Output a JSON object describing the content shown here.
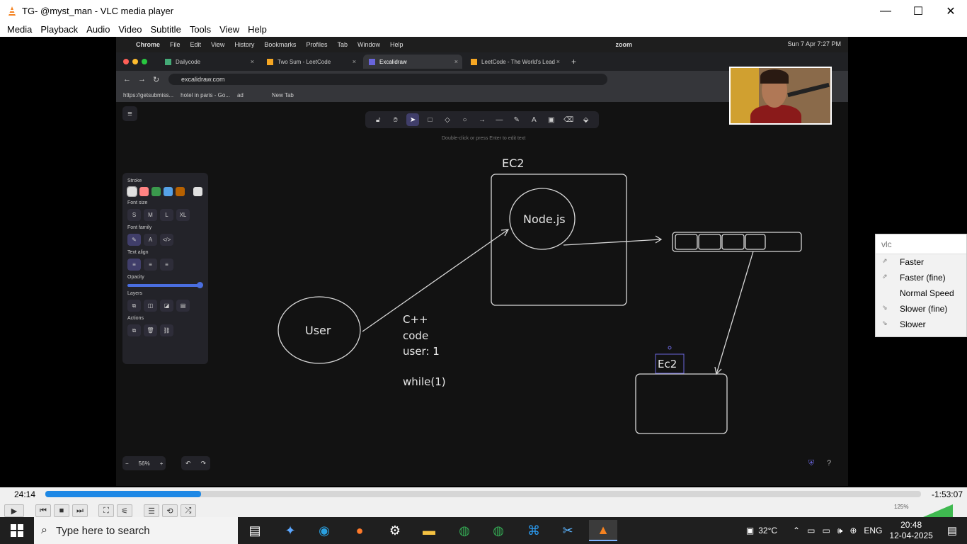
{
  "window": {
    "title": "TG- @myst_man - VLC media player",
    "controls": [
      "—",
      "☐",
      "✕"
    ]
  },
  "menu": [
    "Media",
    "Playback",
    "Audio",
    "Video",
    "Subtitle",
    "Tools",
    "View",
    "Help"
  ],
  "video": {
    "mac_menubar": {
      "apple": "",
      "app": "Chrome",
      "items": [
        "File",
        "Edit",
        "View",
        "History",
        "Bookmarks",
        "Profiles",
        "Tab",
        "Window",
        "Help"
      ],
      "right_text": "zoom",
      "datetime": "Sun 7 Apr  7:27 PM"
    },
    "browser": {
      "tabs": [
        {
          "label": "Dailycode",
          "active": false
        },
        {
          "label": "Two Sum - LeetCode",
          "active": false
        },
        {
          "label": "Excalidraw",
          "active": true
        },
        {
          "label": "LeetCode - The World's Lead",
          "active": false
        }
      ],
      "url": "excalidraw.com",
      "bookmarks": [
        "https://getsubmiss...",
        "hotel in paris - Go...",
        "ad",
        "New Tab"
      ]
    },
    "excalidraw": {
      "hint": "Double-click or press Enter to edit text",
      "panel": {
        "stroke_label": "Stroke",
        "stroke_colors": [
          "#e0e0e0",
          "#ff8383",
          "#3a994c",
          "#56a2e8",
          "#b76100"
        ],
        "font_size_label": "Font size",
        "font_sizes": [
          "S",
          "M",
          "L",
          "XL"
        ],
        "font_family_label": "Font family",
        "font_families": [
          "✎",
          "A",
          "</>"
        ],
        "text_align_label": "Text align",
        "text_aligns": [
          "≡",
          "≡",
          "≡"
        ],
        "opacity_label": "Opacity",
        "layers_label": "Layers",
        "actions_label": "Actions"
      },
      "zoom": "56%",
      "zoom_minus": "−",
      "zoom_plus": "+",
      "undo": "↶",
      "redo": "↷",
      "canvas_text": {
        "ec2_top": "EC2",
        "nodejs": "Node.js",
        "user": "User",
        "cpp_lines": [
          "C++",
          "code",
          "user: 1"
        ],
        "while": "while(1)",
        "ec2_small": "Ec2"
      }
    }
  },
  "speed_popup": {
    "search": "vlc",
    "options": [
      "Faster",
      "Faster (fine)",
      "Normal Speed",
      "Slower (fine)",
      "Slower"
    ]
  },
  "player": {
    "elapsed": "24:14",
    "remaining": "-1:53:07",
    "progress": 0.178,
    "volume": "125%"
  },
  "taskbar": {
    "search_placeholder": "Type here to search",
    "weather": "32°C",
    "lang": "ENG",
    "time": "20:48",
    "date": "12-04-2025"
  }
}
